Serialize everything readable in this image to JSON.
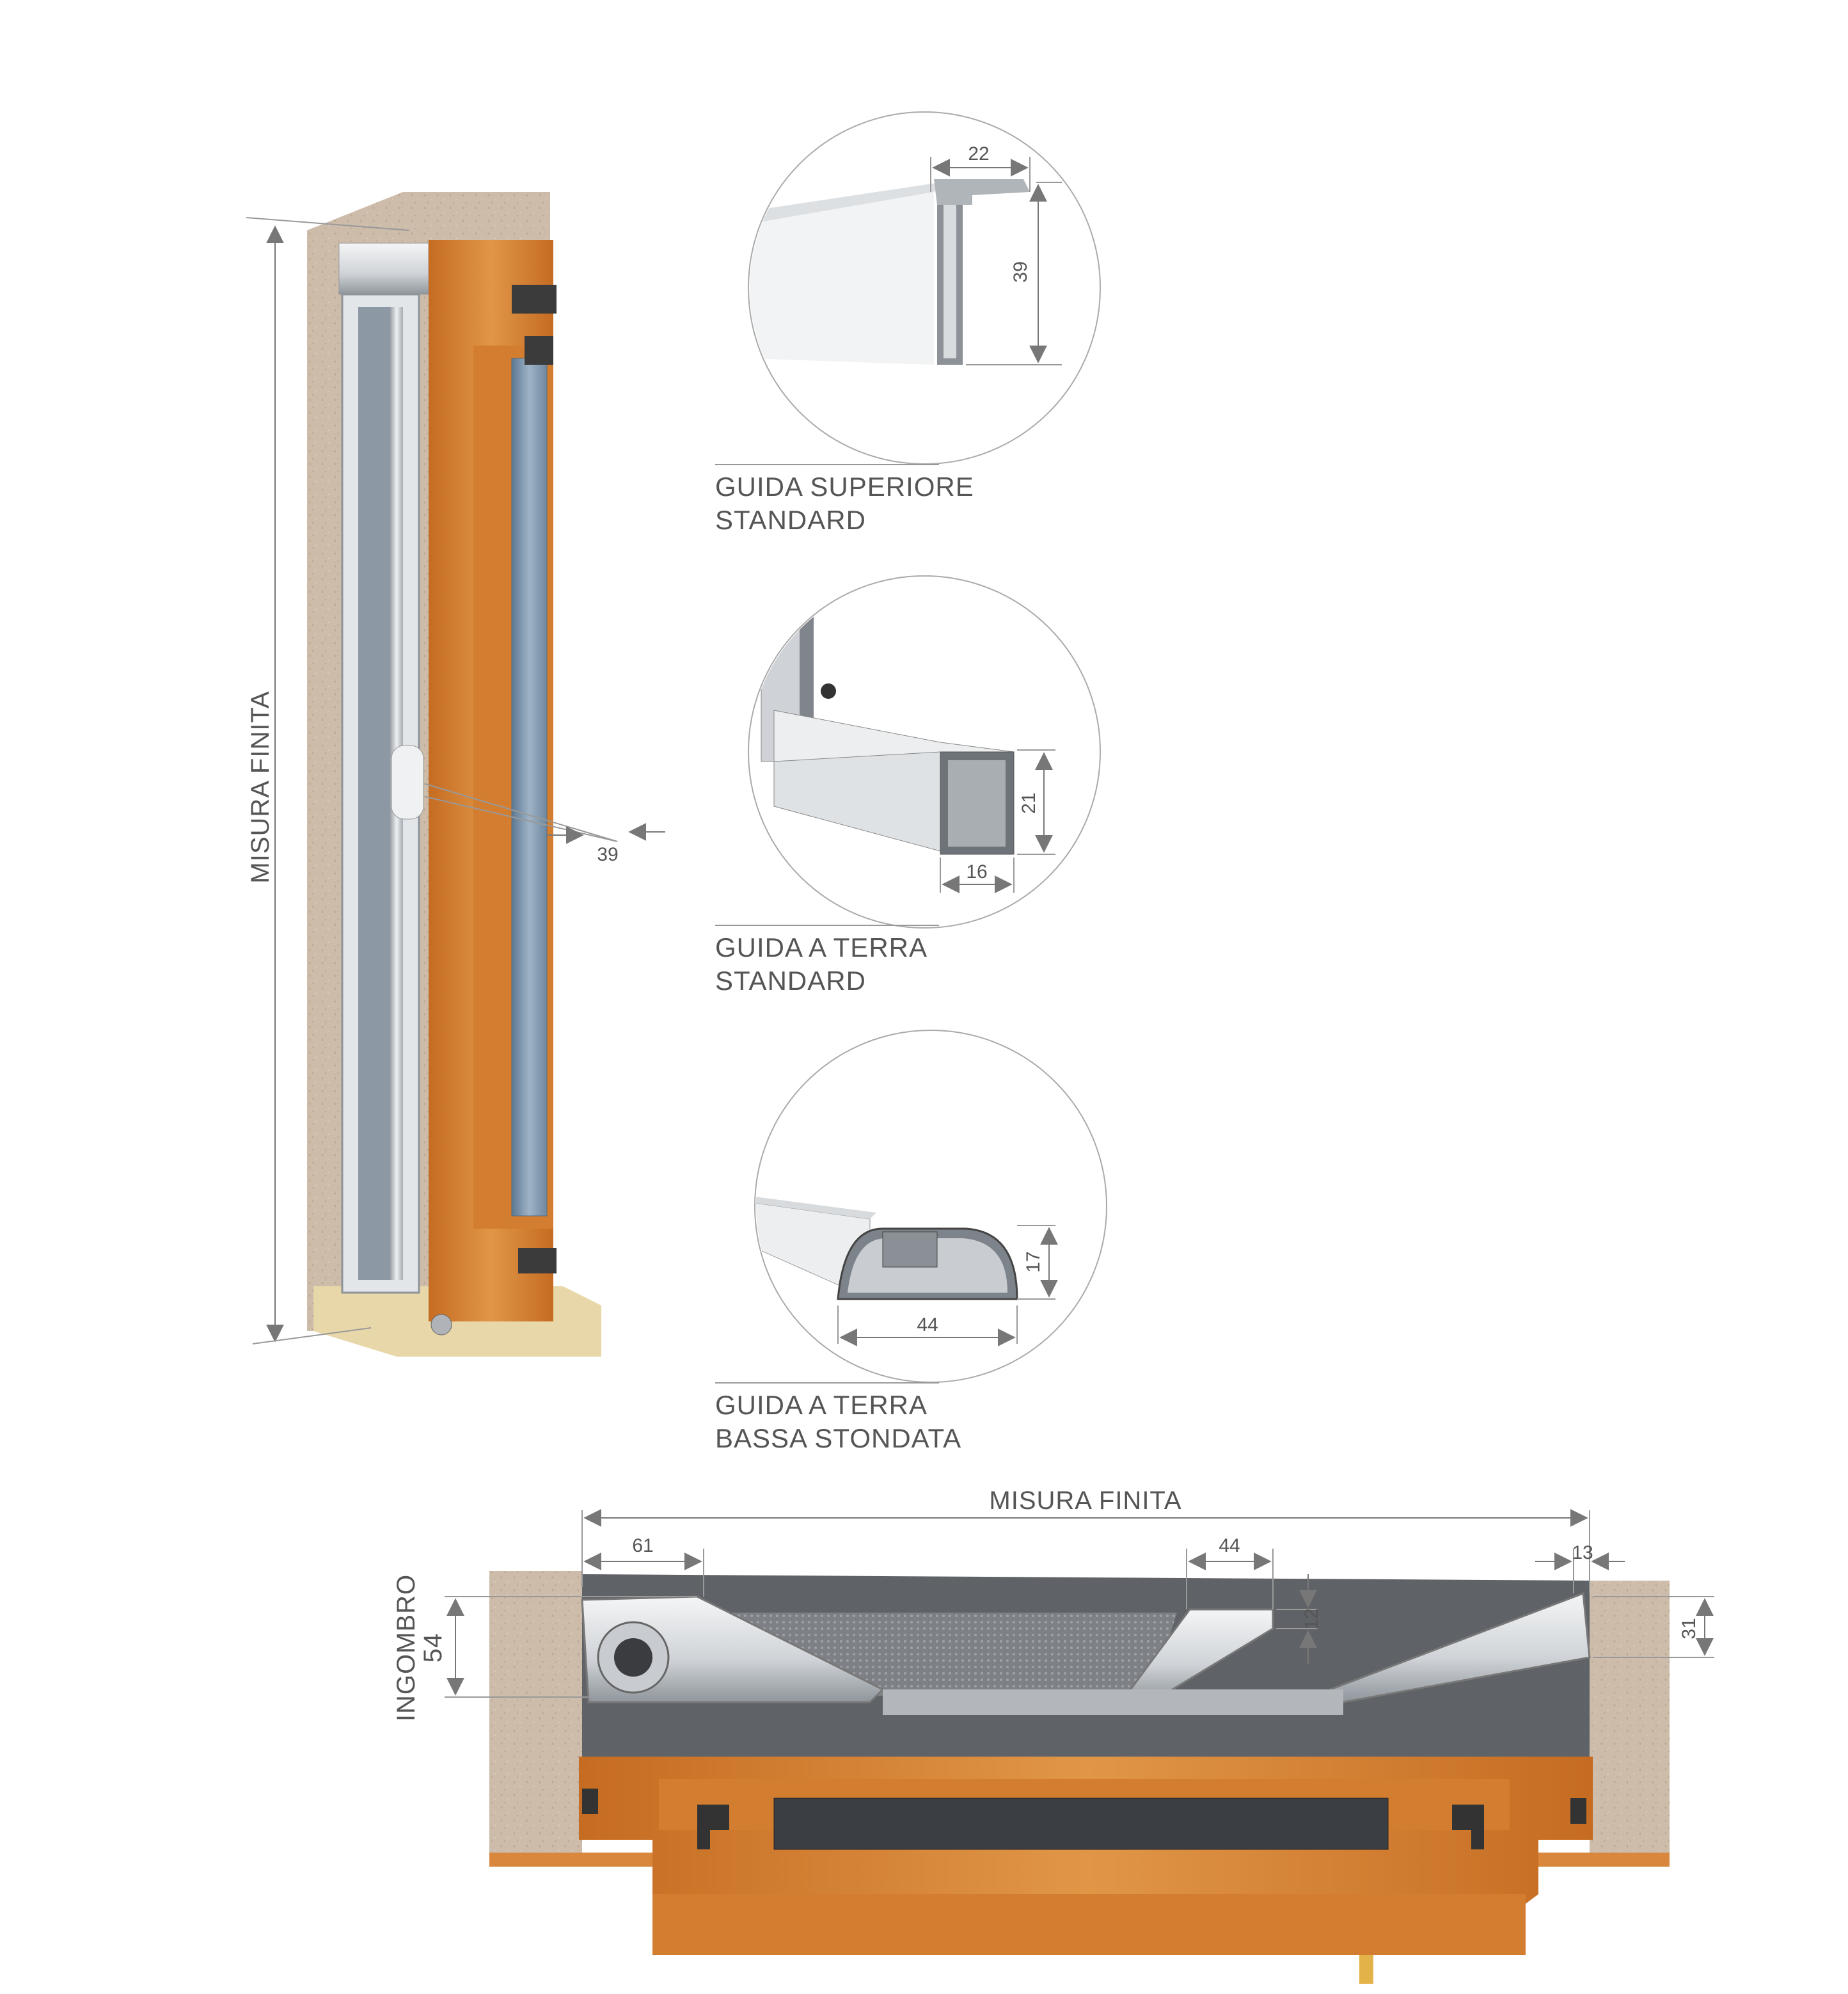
{
  "colors": {
    "wood": "#d9873d",
    "wood_dark": "#b8651f",
    "wall": "#c9b7a4",
    "aluminium": "#b8bcc0",
    "glass": "#7f97ad",
    "dimension_line": "#777777"
  },
  "vertical_view": {
    "height_label": "MISURA FINITA",
    "depth_value": "39"
  },
  "details": [
    {
      "caption_line1": "GUIDA SUPERIORE",
      "caption_line2": "STANDARD",
      "dim_width": "22",
      "dim_height": "39"
    },
    {
      "caption_line1": "GUIDA A TERRA",
      "caption_line2": "STANDARD",
      "dim_width": "16",
      "dim_height": "21"
    },
    {
      "caption_line1": "GUIDA A TERRA",
      "caption_line2": "BASSA STONDATA",
      "dim_width": "44",
      "dim_height": "17"
    }
  ],
  "plan_view": {
    "width_label": "MISURA FINITA",
    "left_box": "61",
    "center_bar": "44",
    "right_guide": "13",
    "handle_depth": "12",
    "right_height": "31",
    "ingombro_label": "INGOMBRO",
    "ingombro_value": "54"
  }
}
